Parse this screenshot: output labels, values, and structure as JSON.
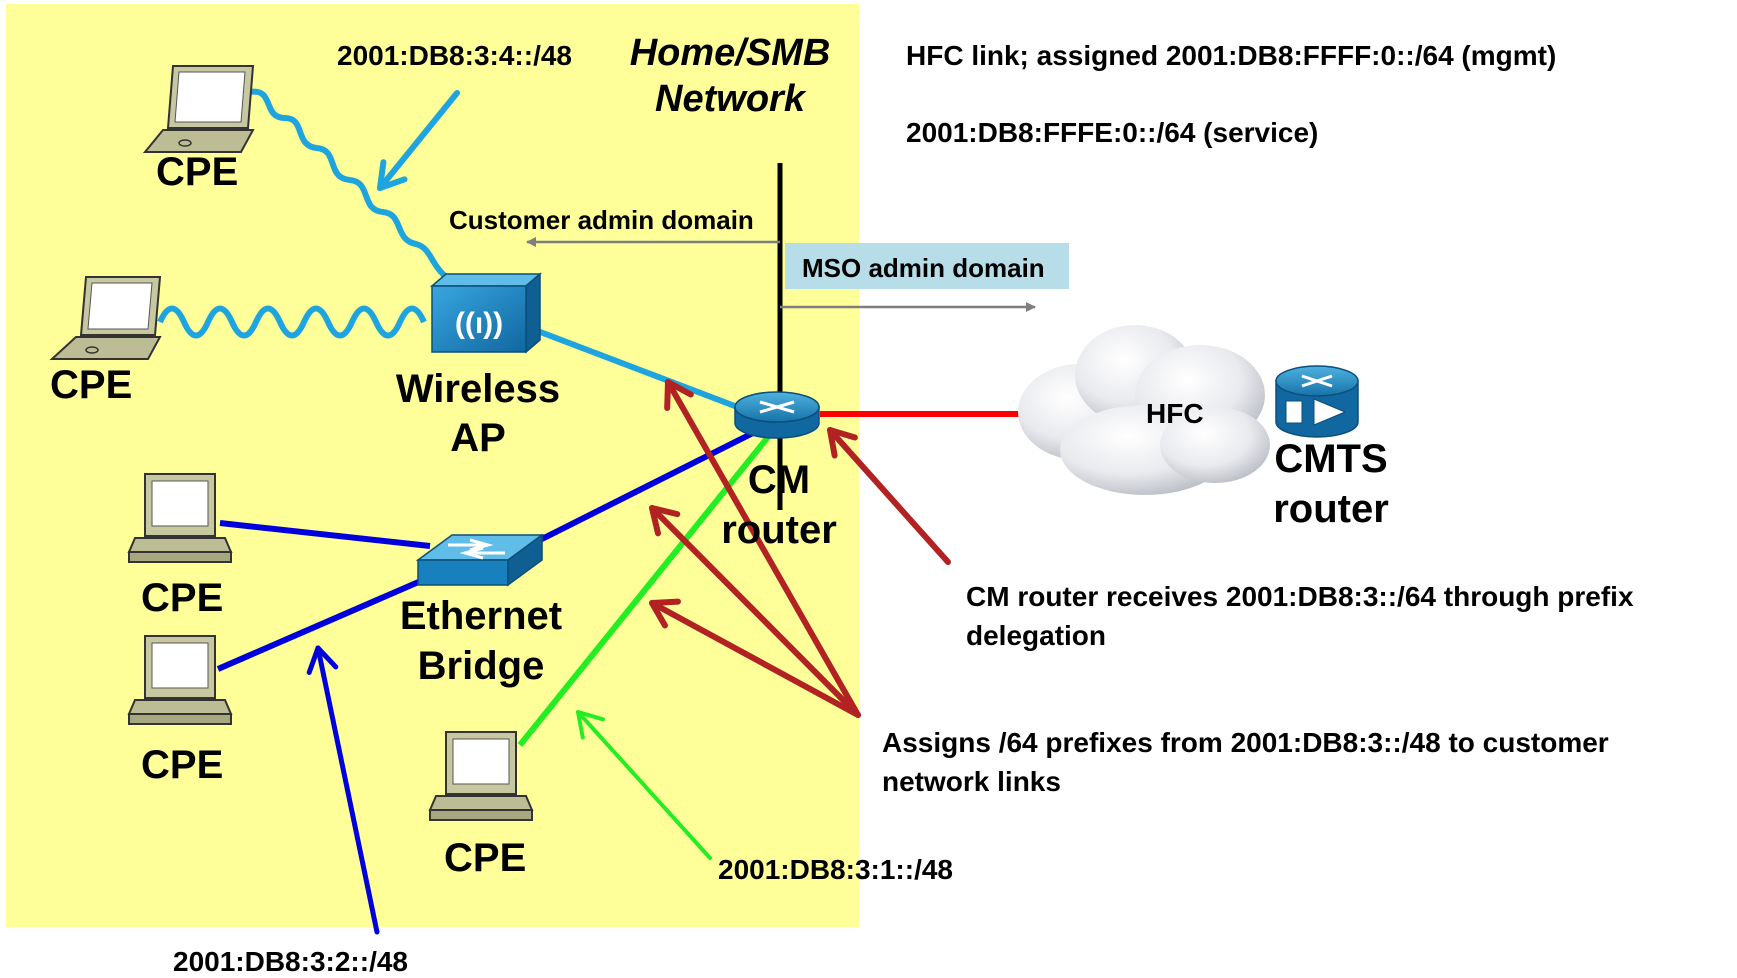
{
  "title": {
    "line1": "Home/SMB",
    "line2": "Network"
  },
  "hfc_note": {
    "line1": "HFC link; assigned 2001:DB8:FFFF:0::/64  (mgmt)",
    "line2": "2001:DB8:FFFE:0::/64  (service)"
  },
  "domains": {
    "customer": "Customer admin domain",
    "mso": "MSO admin domain"
  },
  "nodes": {
    "cpe1": "CPE",
    "cpe2": "CPE",
    "cpe3": "CPE",
    "cpe4": "CPE",
    "cpe5": "CPE",
    "wap_line1": "Wireless",
    "wap_line2": "AP",
    "eth_line1": "Ethernet",
    "eth_line2": "Bridge",
    "cm_line1": "CM",
    "cm_line2": "router",
    "cloud": "HFC",
    "cmts_line1": "CMTS",
    "cmts_line2": "router"
  },
  "prefixes": {
    "wireless": "2001:DB8:3:4::/48",
    "green": "2001:DB8:3:1::/48",
    "blue": "2001:DB8:3:2::/48"
  },
  "notes": {
    "delegation_line1": "CM router receives 2001:DB8:3::/64  through prefix",
    "delegation_line2": "delegation",
    "assign_line1": "Assigns /64 prefixes from 2001:DB8:3::/48  to customer",
    "assign_line2": "network links"
  },
  "colors": {
    "home_bg": "#ffff99",
    "wireless": "#1ea4de",
    "blue_link": "#0000dd",
    "green_link": "#22ee22",
    "red_link": "#ff0000",
    "dark_red_arrow": "#b22222",
    "gray_arrow": "#7f7f7f",
    "mso_box": "#b7dde8"
  }
}
